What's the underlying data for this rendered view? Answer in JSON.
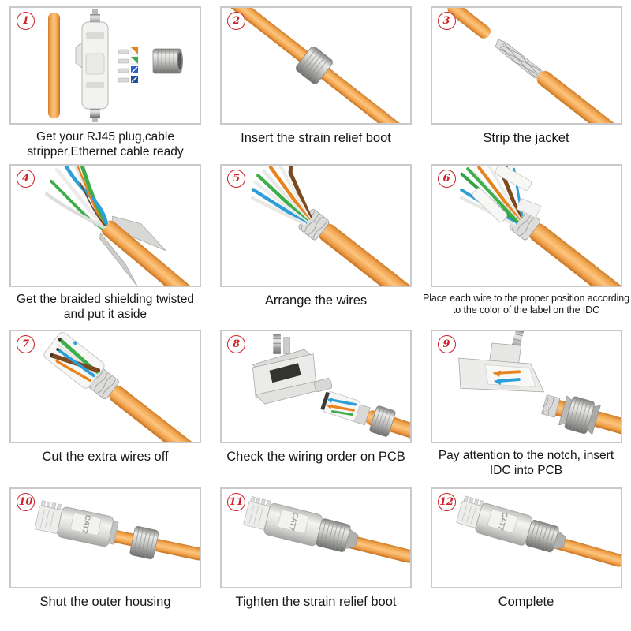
{
  "labels": {
    "cat7": "CAT7"
  },
  "colors": {
    "cable_orange": "#f2a750",
    "cable_orange_dark": "#c4711f",
    "metal_silver": "#c9c9c7",
    "badge_red": "#cc2127",
    "panel_border": "#c9c9c9",
    "caption_text": "#161616",
    "wire_green": "#3dae4b",
    "wire_blue": "#2d9fd8",
    "wire_orange": "#e8831f",
    "wire_brown": "#7c4a1e",
    "wire_white": "#ececea"
  },
  "steps": [
    {
      "number": "1",
      "caption": "Get your RJ45 plug,cable stripper,Ethernet cable ready",
      "illustration": "rj45-plug-stripper-cable-parts"
    },
    {
      "number": "2",
      "caption": "Insert the strain relief boot",
      "illustration": "cable-with-strain-relief-boot"
    },
    {
      "number": "3",
      "caption": "Strip the jacket",
      "illustration": "stripped-jacket-braid-exposed"
    },
    {
      "number": "4",
      "caption": "Get the braided shielding twisted and put it aside",
      "illustration": "braid-twisted-aside-wire-pairs"
    },
    {
      "number": "5",
      "caption": "Arrange the wires",
      "illustration": "wires-fanned-in-order"
    },
    {
      "number": "6",
      "caption": "Place each wire to the proper position according to the color of the label on the IDC",
      "illustration": "wires-into-idc-guides"
    },
    {
      "number": "7",
      "caption": "Cut the extra wires off",
      "illustration": "idc-with-trimmed-wires"
    },
    {
      "number": "8",
      "caption": "Check the wiring order on PCB",
      "illustration": "open-housing-and-idc-cable"
    },
    {
      "number": "9",
      "caption": "Pay attention to the notch, insert IDC into PCB",
      "illustration": "idc-inserted-into-housing"
    },
    {
      "number": "10",
      "caption": "Shut the outer housing",
      "illustration": "closed-cat7-housing-boot-loose"
    },
    {
      "number": "11",
      "caption": "Tighten the strain relief boot",
      "illustration": "cat7-plug-boot-tightened"
    },
    {
      "number": "12",
      "caption": "Complete",
      "illustration": "finished-cat7-plug"
    }
  ]
}
